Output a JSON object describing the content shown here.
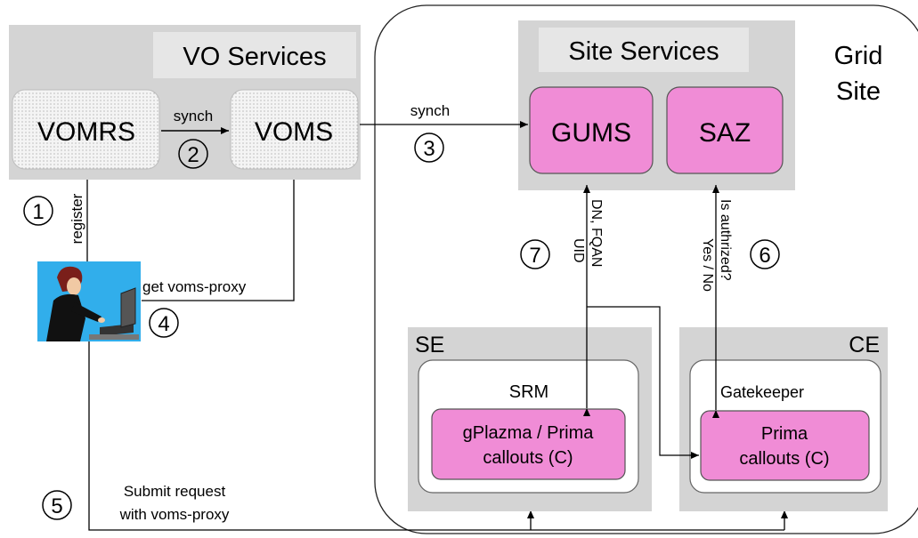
{
  "vo_services": {
    "title": "VO Services",
    "vomrs": "VOMRS",
    "voms": "VOMS",
    "synch_label": "synch",
    "step": "2"
  },
  "grid_site": {
    "title_line1": "Grid",
    "title_line2": "Site"
  },
  "site_services": {
    "title": "Site Services",
    "gums": "GUMS",
    "saz": "SAZ"
  },
  "synch_external": {
    "label": "synch",
    "step": "3"
  },
  "register": {
    "label": "register",
    "step": "1"
  },
  "user": {
    "icon": "user-at-computer-icon",
    "step": "4",
    "get_proxy_label": "get voms-proxy"
  },
  "submit": {
    "line1": "Submit request",
    "line2": "with voms-proxy",
    "step": "5"
  },
  "gums_link": {
    "line1": "DN, FQAN",
    "line2": "UID",
    "step": "7"
  },
  "saz_link": {
    "line1": "Is authrized?",
    "line2": "Yes / No",
    "step": "6"
  },
  "se": {
    "title": "SE",
    "srm": "SRM",
    "callout_line1": "gPlazma / Prima",
    "callout_line2": "callouts (C)"
  },
  "ce": {
    "title": "CE",
    "gatekeeper": "Gatekeeper",
    "callout_line1": "Prima",
    "callout_line2": "callouts (C)"
  },
  "colors": {
    "service_gray": "#d4d4d4",
    "pink": "#f08cd6",
    "title_gray": "#e6e6e6",
    "dotted_fill": "#f3f3f3"
  }
}
